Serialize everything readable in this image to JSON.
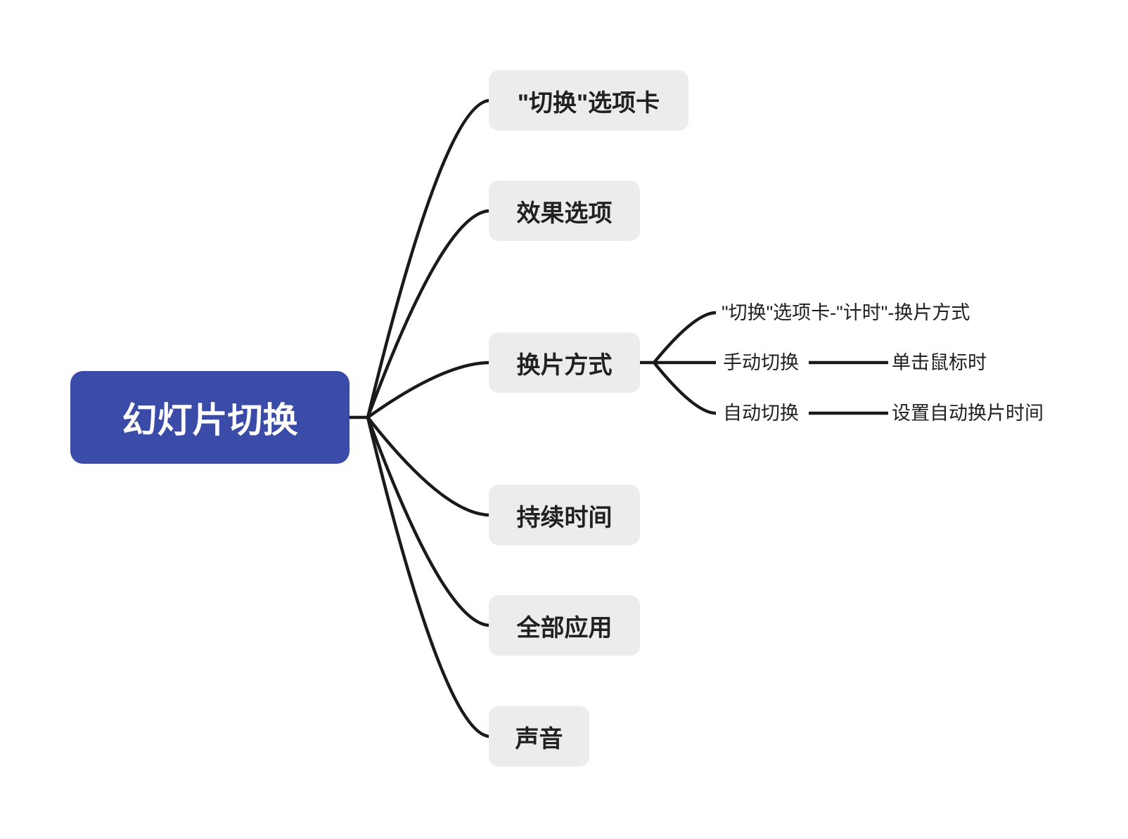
{
  "colors": {
    "canvas_bg": "#ffffff",
    "root_bg": "#3b4ba8",
    "root_text": "#ffffff",
    "child_bg": "#ececec",
    "node_text": "#212121",
    "line": "#1a1a1a"
  },
  "mindmap": {
    "root": {
      "label": "幻灯片切换"
    },
    "children": [
      {
        "label": "\"切换\"选项卡"
      },
      {
        "label": "效果选项"
      },
      {
        "label": "换片方式",
        "children": [
          {
            "label": "\"切换\"选项卡-\"计时\"-换片方式"
          },
          {
            "label": "手动切换",
            "children": [
              {
                "label": "单击鼠标时"
              }
            ]
          },
          {
            "label": "自动切换",
            "children": [
              {
                "label": "设置自动换片时间"
              }
            ]
          }
        ]
      },
      {
        "label": "持续时间"
      },
      {
        "label": "全部应用"
      },
      {
        "label": "声音"
      }
    ]
  }
}
